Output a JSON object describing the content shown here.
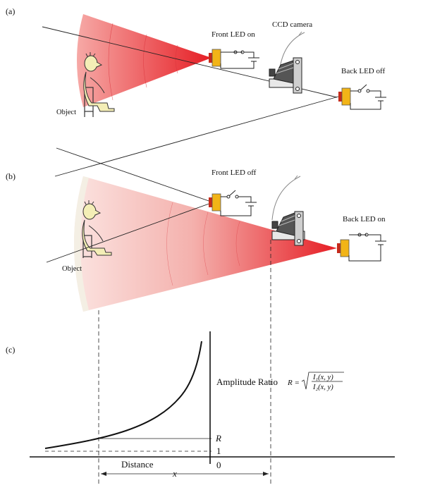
{
  "panels": {
    "a": {
      "tag": "(a)",
      "front_led": "Front LED on",
      "camera": "CCD camera",
      "back_led": "Back LED off",
      "object": "Object"
    },
    "b": {
      "tag": "(b)",
      "front_led": "Front LED off",
      "back_led": "Back LED on",
      "object": "Object"
    },
    "c": {
      "tag": "(c)",
      "ratio_label": "Amplitude Ratio",
      "formula": {
        "lhs": "R =",
        "numerator": "I₁(x, y)",
        "denominator": "I₂(x, y)"
      },
      "r_mark": "R",
      "one_mark": "1",
      "zero_mark": "0",
      "distance_label": "Distance",
      "x_label": "x"
    }
  },
  "colors": {
    "beam_dark": "#e8262c",
    "beam_light": "#f6c7c3",
    "led_body": "#f2b417",
    "figure_fill": "#f4eeb6"
  }
}
